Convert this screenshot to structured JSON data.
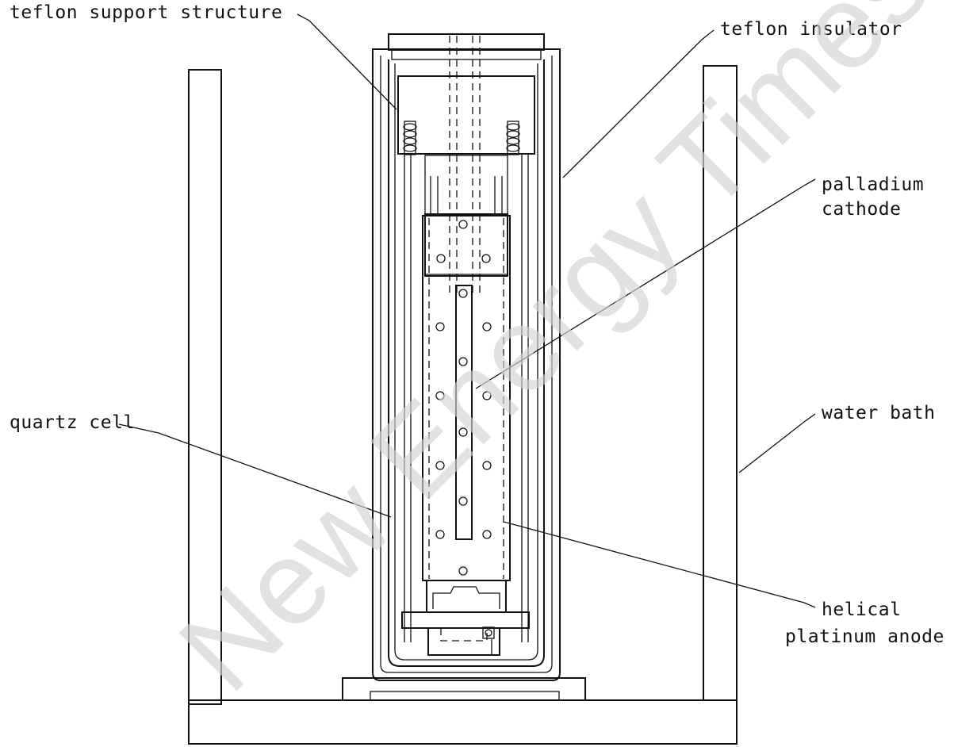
{
  "labels": {
    "teflon_support": "teflon support structure",
    "teflon_insulator": "teflon insulator",
    "palladium_line1": "palladium",
    "palladium_line2": "cathode",
    "water_bath": "water bath",
    "quartz_cell": "quartz cell",
    "anode_line1": "helical",
    "anode_line2": "platinum anode"
  },
  "watermark": "New Energy Times",
  "colors": {
    "ink": "#111111",
    "watermark": "#d4d4d4",
    "background": "#ffffff"
  }
}
